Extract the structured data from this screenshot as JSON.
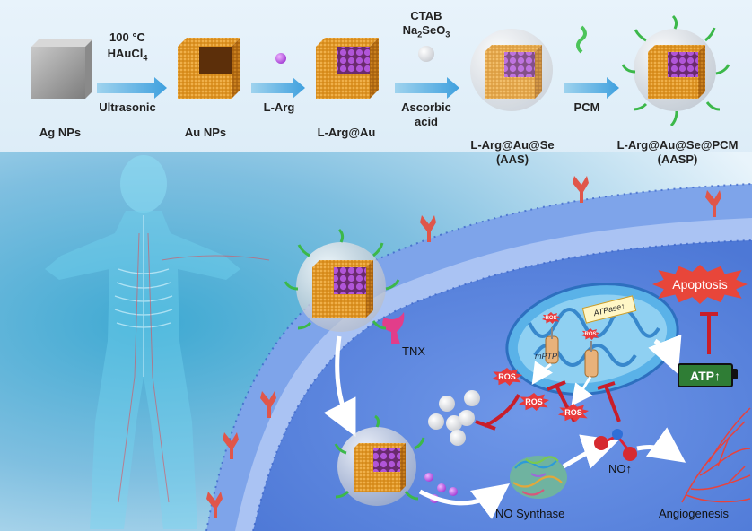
{
  "synthesis": {
    "ag_nps": "Ag NPs",
    "step1_temp": "100 °C",
    "step1_reagent": "HAuCl",
    "step1_reagent_sub": "4",
    "step1_method": "Ultrasonic",
    "au_nps": "Au NPs",
    "step2_reagent": "L-Arg",
    "l_arg_au": "L-Arg@Au",
    "step3_reagent1": "CTAB",
    "step3_reagent2_a": "Na",
    "step3_reagent2_sub": "2",
    "step3_reagent2_b": "SeO",
    "step3_reagent2_sub2": "3",
    "step3_reagent3": "Ascorbic",
    "step3_reagent3b": "acid",
    "aas_name": "L-Arg@Au@Se",
    "aas_abbr": "(AAS)",
    "step4_reagent": "PCM",
    "aasp_name": "L-Arg@Au@Se@PCM",
    "aasp_abbr": "(AASP)"
  },
  "mechanism": {
    "tnx": "TNX",
    "ros": "ROS",
    "mptp": "mPTP",
    "atpase": "ATPase↑",
    "atp": "ATP↑",
    "apoptosis": "Apoptosis",
    "no": "NO↑",
    "no_synthase": "NO Synthase",
    "angiogenesis": "Angiogenesis"
  },
  "colors": {
    "gold": "#d98b1c",
    "silver": "#9a9a9a",
    "membrane": "#6f95e0",
    "ros": "#e8393b",
    "inhibit": "#c81e2a",
    "receptor": "#e0564a"
  }
}
